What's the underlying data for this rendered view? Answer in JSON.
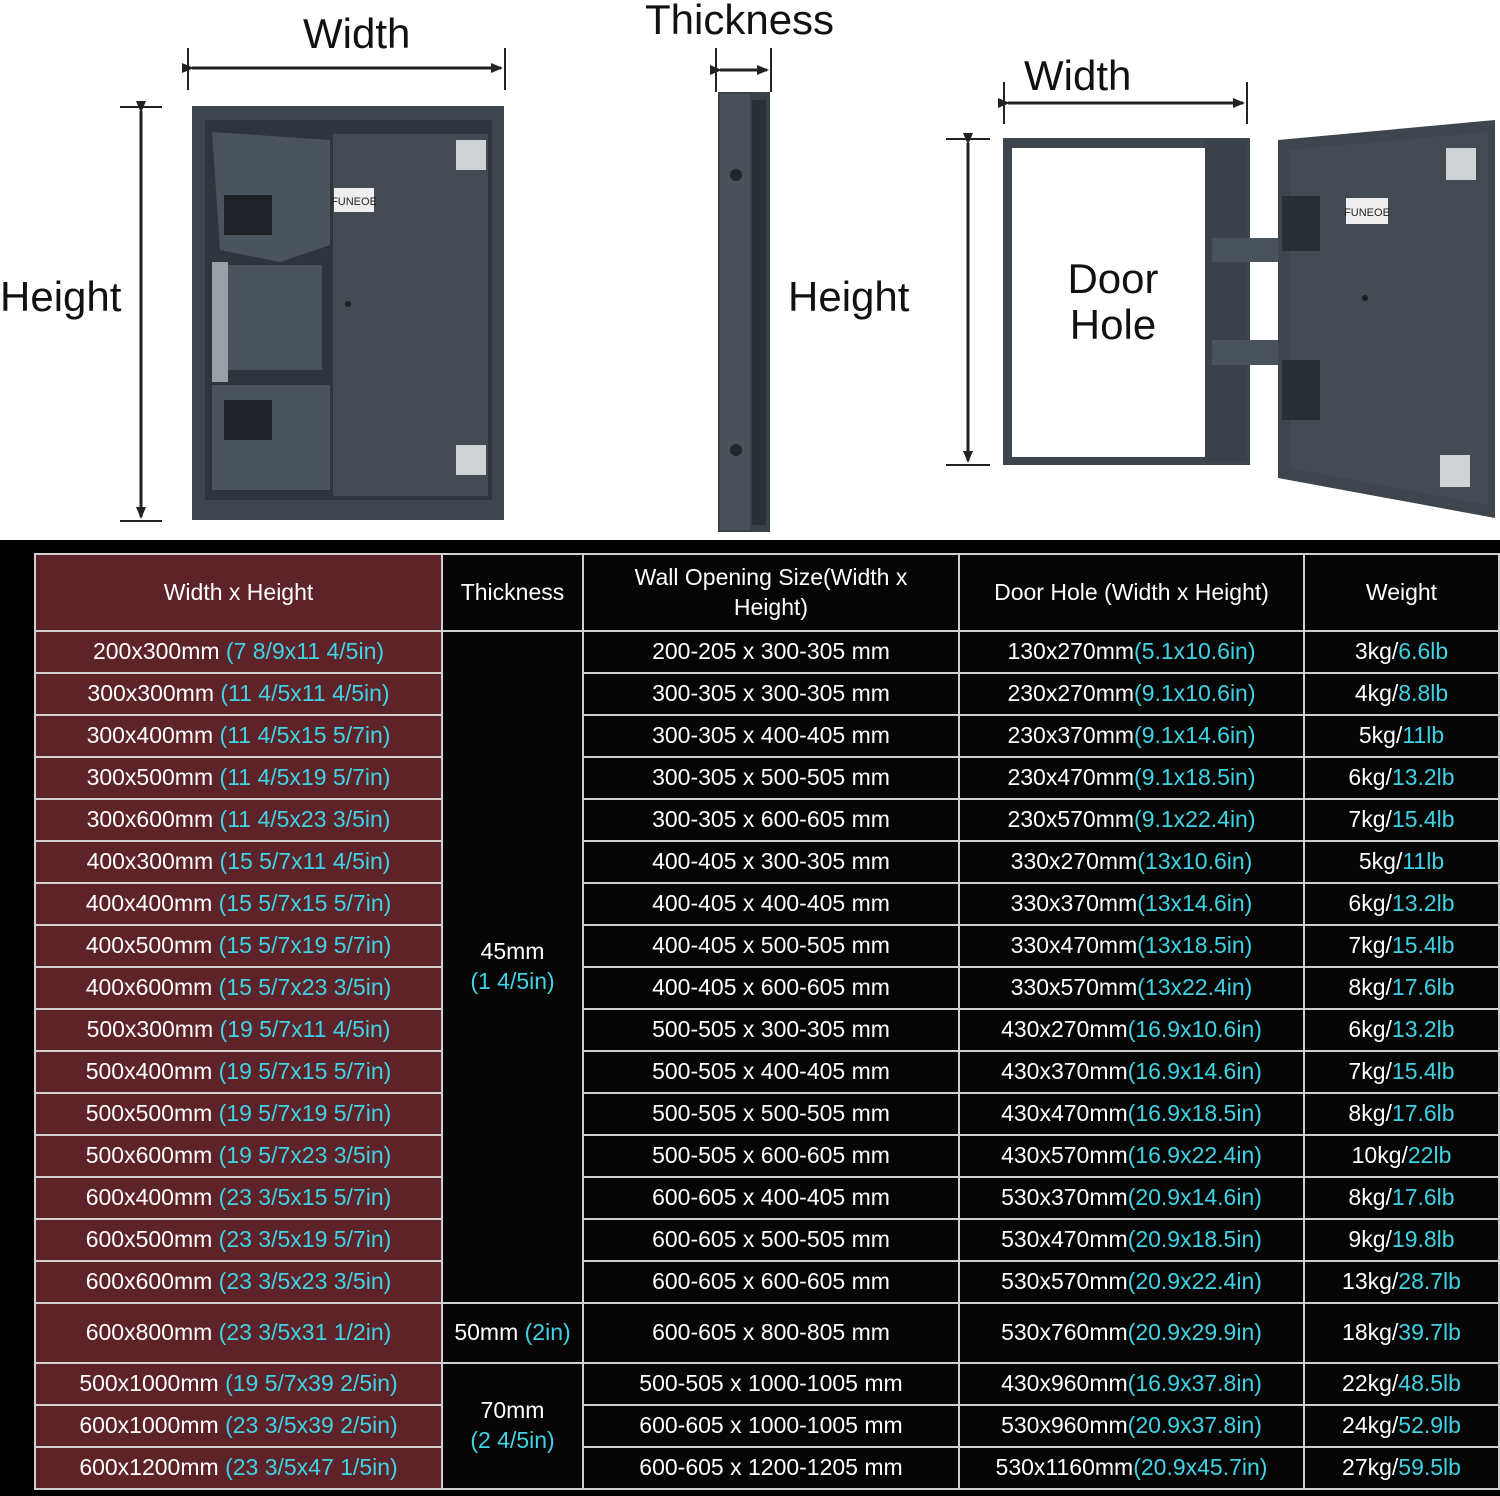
{
  "diagram": {
    "front": {
      "width_label": "Width",
      "height_label": "Height",
      "brand": "FUNEOE"
    },
    "side": {
      "thickness_label": "Thickness",
      "height_label": "Height"
    },
    "open": {
      "width_label": "Width",
      "door_hole_line1": "Door",
      "door_hole_line2": "Hole",
      "brand": "FUNEOE"
    },
    "colors": {
      "panel": "#3e454d",
      "arrow": "#222222"
    }
  },
  "table": {
    "headers": [
      "Width x Height",
      "Thickness",
      "Wall Opening Size(Width x Height)",
      "Door Hole (Width x Height)",
      "Weight"
    ],
    "thickness_groups": [
      {
        "mm": "45mm",
        "in": "(1 4/5in)"
      },
      {
        "mm": "50mm",
        "in": "(2in)"
      },
      {
        "mm": "70mm",
        "in": "(2 4/5in)"
      }
    ],
    "rows": [
      {
        "size": "200x300mm",
        "size_in": "(7 8/9x11 4/5in)",
        "opening": "200-205 x 300-305 mm",
        "hole": "130x270mm",
        "hole_in": "(5.1x10.6in)",
        "kg": "3kg/",
        "lb": "6.6lb"
      },
      {
        "size": "300x300mm",
        "size_in": "(11 4/5x11 4/5in)",
        "opening": "300-305 x 300-305 mm",
        "hole": "230x270mm",
        "hole_in": "(9.1x10.6in)",
        "kg": "4kg/",
        "lb": "8.8lb"
      },
      {
        "size": "300x400mm",
        "size_in": "(11 4/5x15 5/7in)",
        "opening": "300-305 x 400-405 mm",
        "hole": "230x370mm",
        "hole_in": "(9.1x14.6in)",
        "kg": "5kg/",
        "lb": "11lb"
      },
      {
        "size": "300x500mm",
        "size_in": "(11 4/5x19 5/7in)",
        "opening": "300-305 x 500-505 mm",
        "hole": "230x470mm",
        "hole_in": "(9.1x18.5in)",
        "kg": "6kg/",
        "lb": "13.2lb"
      },
      {
        "size": "300x600mm",
        "size_in": "(11 4/5x23 3/5in)",
        "opening": "300-305 x 600-605 mm",
        "hole": "230x570mm",
        "hole_in": "(9.1x22.4in)",
        "kg": "7kg/",
        "lb": "15.4lb"
      },
      {
        "size": "400x300mm",
        "size_in": "(15 5/7x11 4/5in)",
        "opening": "400-405 x 300-305 mm",
        "hole": "330x270mm",
        "hole_in": "(13x10.6in)",
        "kg": "5kg/",
        "lb": "11lb"
      },
      {
        "size": "400x400mm",
        "size_in": "(15 5/7x15 5/7in)",
        "opening": "400-405 x 400-405 mm",
        "hole": "330x370mm",
        "hole_in": "(13x14.6in)",
        "kg": "6kg/",
        "lb": "13.2lb"
      },
      {
        "size": "400x500mm",
        "size_in": "(15 5/7x19 5/7in)",
        "opening": "400-405 x 500-505 mm",
        "hole": "330x470mm",
        "hole_in": "(13x18.5in)",
        "kg": "7kg/",
        "lb": "15.4lb"
      },
      {
        "size": "400x600mm",
        "size_in": "(15 5/7x23 3/5in)",
        "opening": "400-405 x 600-605 mm",
        "hole": "330x570mm",
        "hole_in": "(13x22.4in)",
        "kg": "8kg/",
        "lb": "17.6lb"
      },
      {
        "size": "500x300mm",
        "size_in": "(19 5/7x11 4/5in)",
        "opening": "500-505 x 300-305 mm",
        "hole": "430x270mm",
        "hole_in": "(16.9x10.6in)",
        "kg": "6kg/",
        "lb": "13.2lb"
      },
      {
        "size": "500x400mm",
        "size_in": "(19 5/7x15 5/7in)",
        "opening": "500-505 x 400-405 mm",
        "hole": "430x370mm",
        "hole_in": "(16.9x14.6in)",
        "kg": "7kg/",
        "lb": "15.4lb"
      },
      {
        "size": "500x500mm",
        "size_in": "(19 5/7x19 5/7in)",
        "opening": "500-505 x 500-505 mm",
        "hole": "430x470mm",
        "hole_in": "(16.9x18.5in)",
        "kg": "8kg/",
        "lb": "17.6lb"
      },
      {
        "size": "500x600mm",
        "size_in": "(19 5/7x23 3/5in)",
        "opening": "500-505 x 600-605 mm",
        "hole": "430x570mm",
        "hole_in": "(16.9x22.4in)",
        "kg": "10kg/",
        "lb": "22lb"
      },
      {
        "size": "600x400mm",
        "size_in": "(23 3/5x15 5/7in)",
        "opening": "600-605 x 400-405 mm",
        "hole": "530x370mm",
        "hole_in": "(20.9x14.6in)",
        "kg": "8kg/",
        "lb": "17.6lb"
      },
      {
        "size": "600x500mm",
        "size_in": "(23 3/5x19 5/7in)",
        "opening": "600-605 x 500-505 mm",
        "hole": "530x470mm",
        "hole_in": "(20.9x18.5in)",
        "kg": "9kg/",
        "lb": "19.8lb"
      },
      {
        "size": "600x600mm",
        "size_in": "(23 3/5x23 3/5in)",
        "opening": "600-605 x 600-605 mm",
        "hole": "530x570mm",
        "hole_in": "(20.9x22.4in)",
        "kg": "13kg/",
        "lb": "28.7lb"
      },
      {
        "size": "600x800mm",
        "size_in": "(23 3/5x31 1/2in)",
        "opening": "600-605 x 800-805 mm",
        "hole": "530x760mm",
        "hole_in": "(20.9x29.9in)",
        "kg": "18kg/",
        "lb": "39.7lb"
      },
      {
        "size": "500x1000mm",
        "size_in": "(19 5/7x39 2/5in)",
        "opening": "500-505 x 1000-1005 mm",
        "hole": "430x960mm",
        "hole_in": "(16.9x37.8in)",
        "kg": "22kg/",
        "lb": "48.5lb"
      },
      {
        "size": "600x1000mm",
        "size_in": "(23 3/5x39 2/5in)",
        "opening": "600-605 x 1000-1005 mm",
        "hole": "530x960mm",
        "hole_in": "(20.9x37.8in)",
        "kg": "24kg/",
        "lb": "52.9lb"
      },
      {
        "size": "600x1200mm",
        "size_in": "(23 3/5x47 1/5in)",
        "opening": "600-605 x 1200-1205 mm",
        "hole": "530x1160mm",
        "hole_in": "(20.9x45.7in)",
        "kg": "27kg/",
        "lb": "59.5lb"
      }
    ]
  }
}
